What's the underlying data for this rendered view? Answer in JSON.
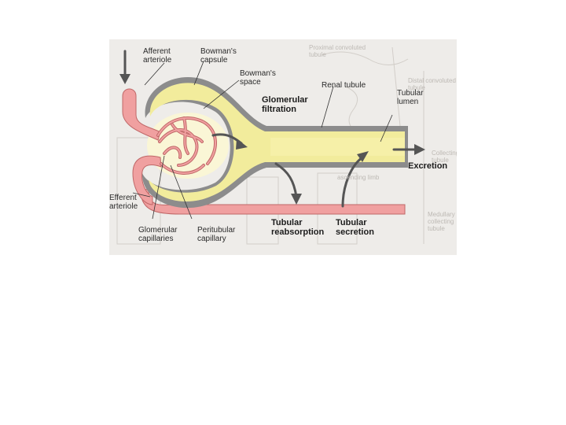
{
  "figure": {
    "colors": {
      "background": "#eeece9",
      "tubule_fill": "#f2ec9c",
      "tubule_wall": "#8c8c8c",
      "vessel_fill": "#f0a0a0",
      "vessel_edge": "#c06868",
      "arrow": "#555555"
    },
    "labels": {
      "afferent_arteriole": "Afferent\narteriole",
      "bowmans_capsule": "Bowman's\ncapsule",
      "bowmans_space": "Bowman's\nspace",
      "glomerular_filtration": "Glomerular\nfiltration",
      "renal_tubule": "Renal tubule",
      "tubular_lumen": "Tubular\nlumen",
      "excretion": "Excretion",
      "efferent_arteriole": "Efferent\narteriole",
      "glomerular_capillaries": "Glomerular\ncapillaries",
      "peritubular_capillary": "Peritubular\ncapillary",
      "tubular_reabsorption": "Tubular\nreabsorption",
      "tubular_secretion": "Tubular\nsecretion"
    },
    "background_text": {
      "proximal_convoluted_tubule": "Proximal convoluted\ntubule",
      "distal_convoluted_tubule": "Distal convoluted\ntubule",
      "ascending_limb": "ascending limb",
      "collecting": "Collecting\ntubule",
      "medullary_collecting": "Medullary\ncollecting\ntubule"
    }
  }
}
